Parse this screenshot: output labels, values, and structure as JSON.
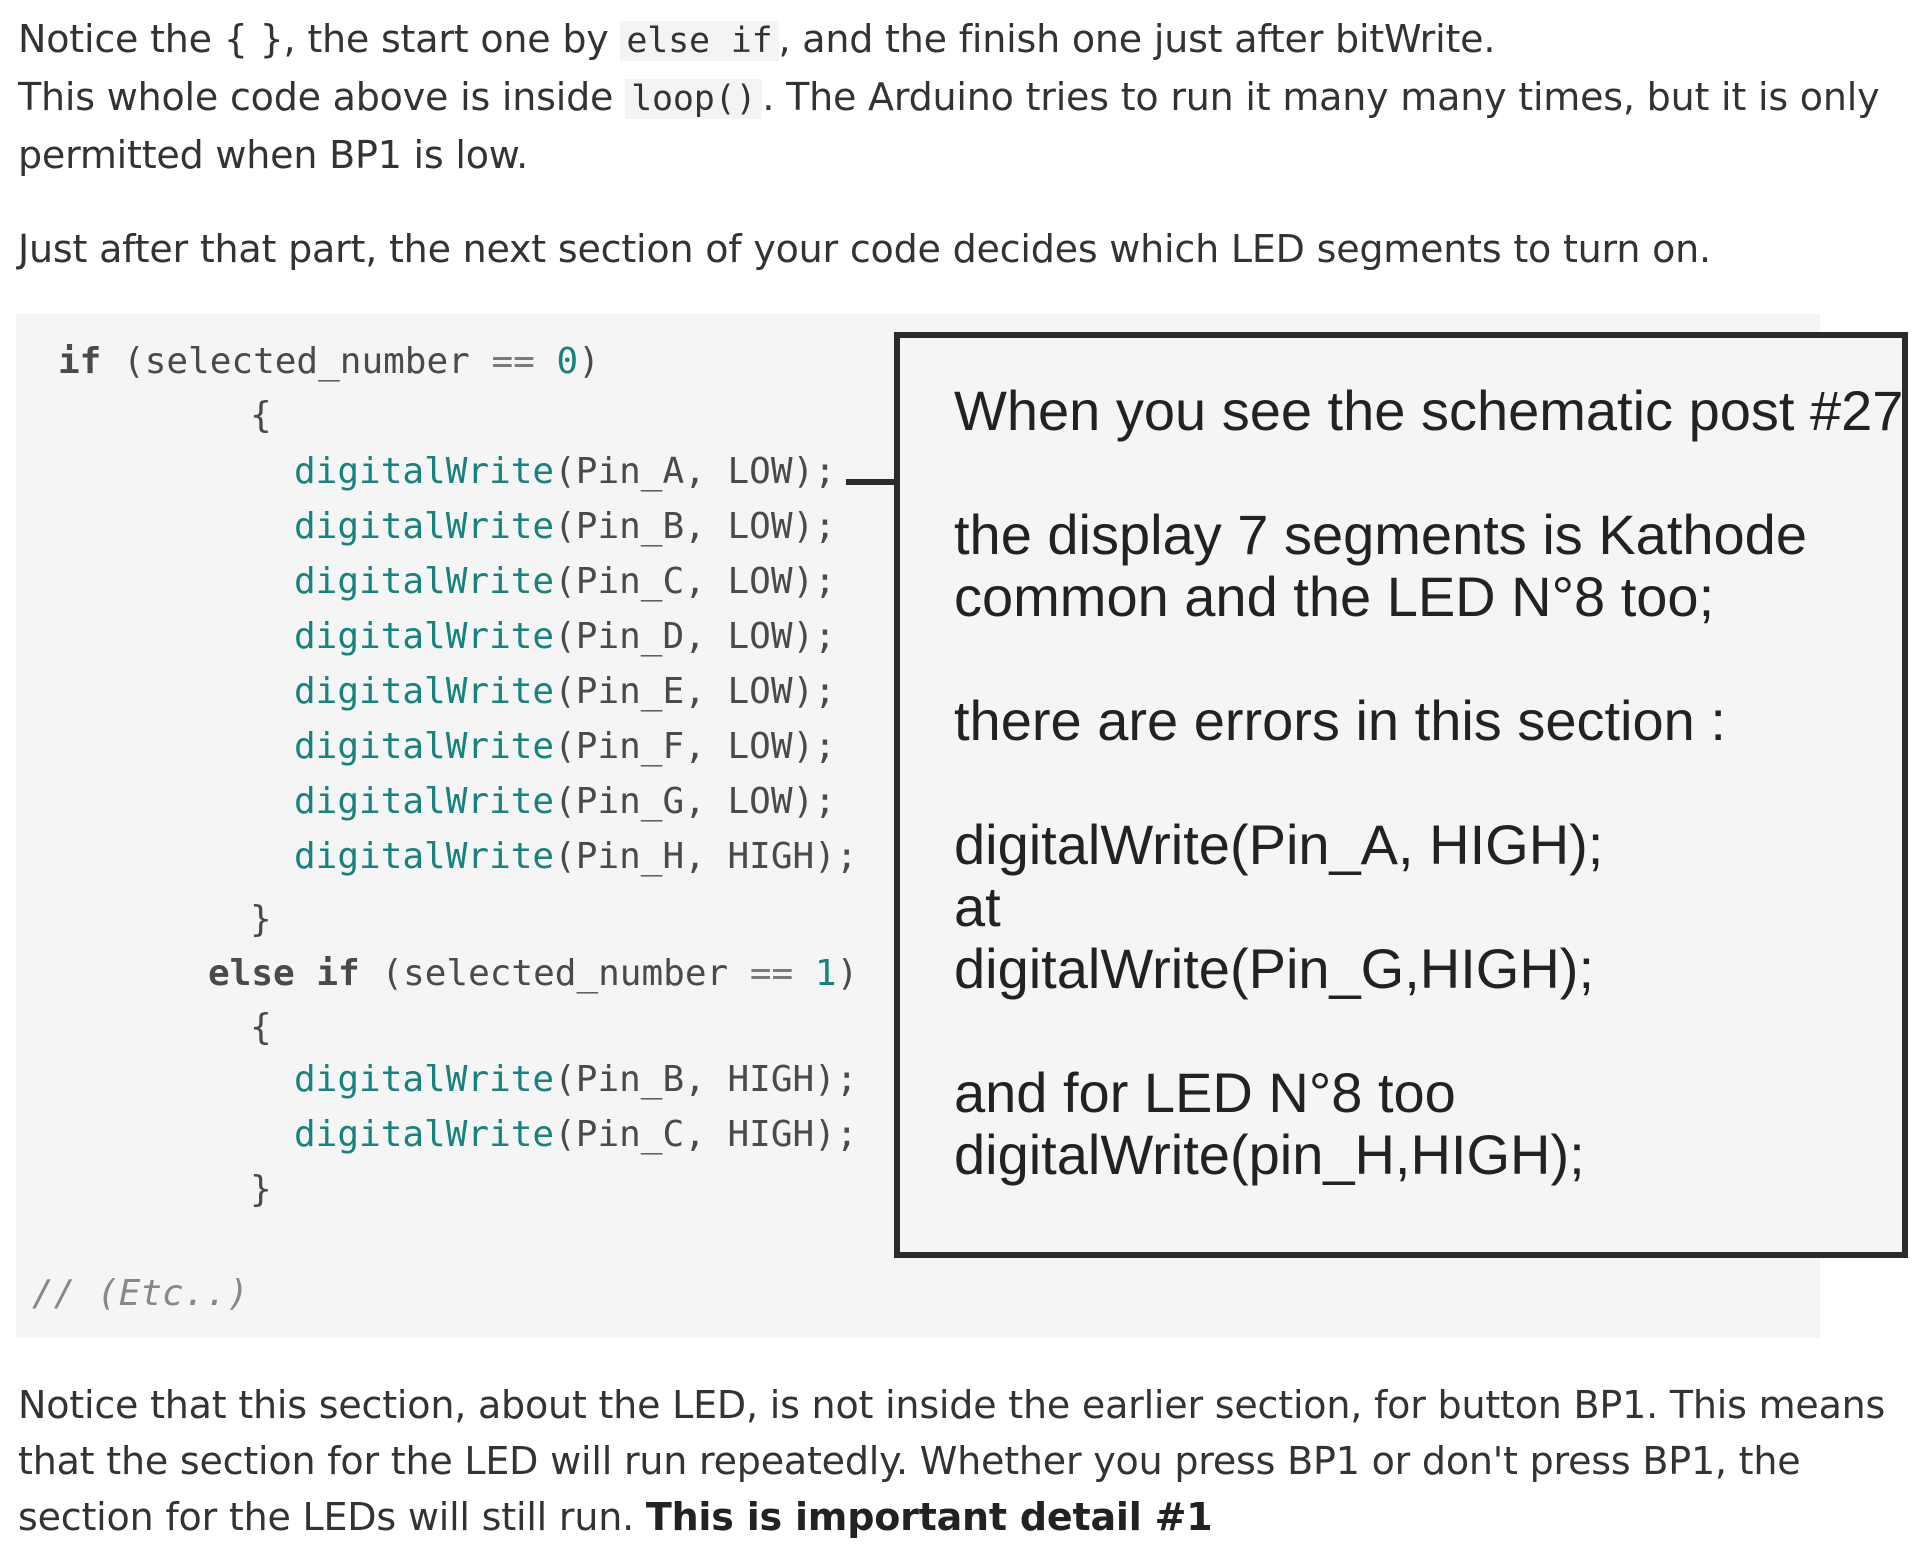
{
  "intro": {
    "line1_pre": "Notice the { }, the start one by ",
    "line1_code": "else if",
    "line1_post": ", and the finish one just after bitWrite.",
    "line2_pre": "This whole code above is inside ",
    "line2_code": "loop()",
    "line2_post": ". The Arduino tries to run it many many times, but it is only",
    "line3": "permitted when BP1 is low.",
    "line4": "Just after that part, the next section of your code decides which LED segments to turn on."
  },
  "code": {
    "if_kw": "if",
    "if_cond_pre": " (selected_number ",
    "if_eq": "==",
    "if_num": "0",
    "if_close": ")",
    "open_brace_1": "{",
    "block1": [
      {
        "fn": "digitalWrite",
        "args": "(Pin_A, LOW);"
      },
      {
        "fn": "digitalWrite",
        "args": "(Pin_B, LOW);"
      },
      {
        "fn": "digitalWrite",
        "args": "(Pin_C, LOW);"
      },
      {
        "fn": "digitalWrite",
        "args": "(Pin_D, LOW);"
      },
      {
        "fn": "digitalWrite",
        "args": "(Pin_E, LOW);"
      },
      {
        "fn": "digitalWrite",
        "args": "(Pin_F, LOW);"
      },
      {
        "fn": "digitalWrite",
        "args": "(Pin_G, LOW);"
      },
      {
        "fn": "digitalWrite",
        "args": "(Pin_H, HIGH);"
      }
    ],
    "close_brace_1": "}",
    "elseif_kw": "else if",
    "elseif_cond_pre": " (selected_number ",
    "elseif_eq": "==",
    "elseif_num": "1",
    "elseif_close": ")",
    "open_brace_2": "{",
    "block2": [
      {
        "fn": "digitalWrite",
        "args": "(Pin_B, HIGH);"
      },
      {
        "fn": "digitalWrite",
        "args": "(Pin_C, HIGH);"
      }
    ],
    "close_brace_2": "}",
    "comment": "// (Etc..)"
  },
  "annotation": {
    "lines": [
      "When you see the schematic post #27",
      "the display 7 segments is Kathode",
      "common and the LED N°8 too;",
      "there are errors in this section :",
      "digitalWrite(Pin_A, HIGH);",
      "at",
      "digitalWrite(Pin_G,HIGH);",
      "and for LED N°8 too",
      "digitalWrite(pin_H,HIGH);"
    ]
  },
  "outro": {
    "line1": "Notice that this section, about the LED, is not inside the earlier section, for button BP1. This means",
    "line2": "that the section for the LED will run repeatedly. Whether you press BP1 or don't press BP1, the",
    "line3_pre": "section for the LEDs will still run. ",
    "line3_bold": "This is important detail #1"
  }
}
